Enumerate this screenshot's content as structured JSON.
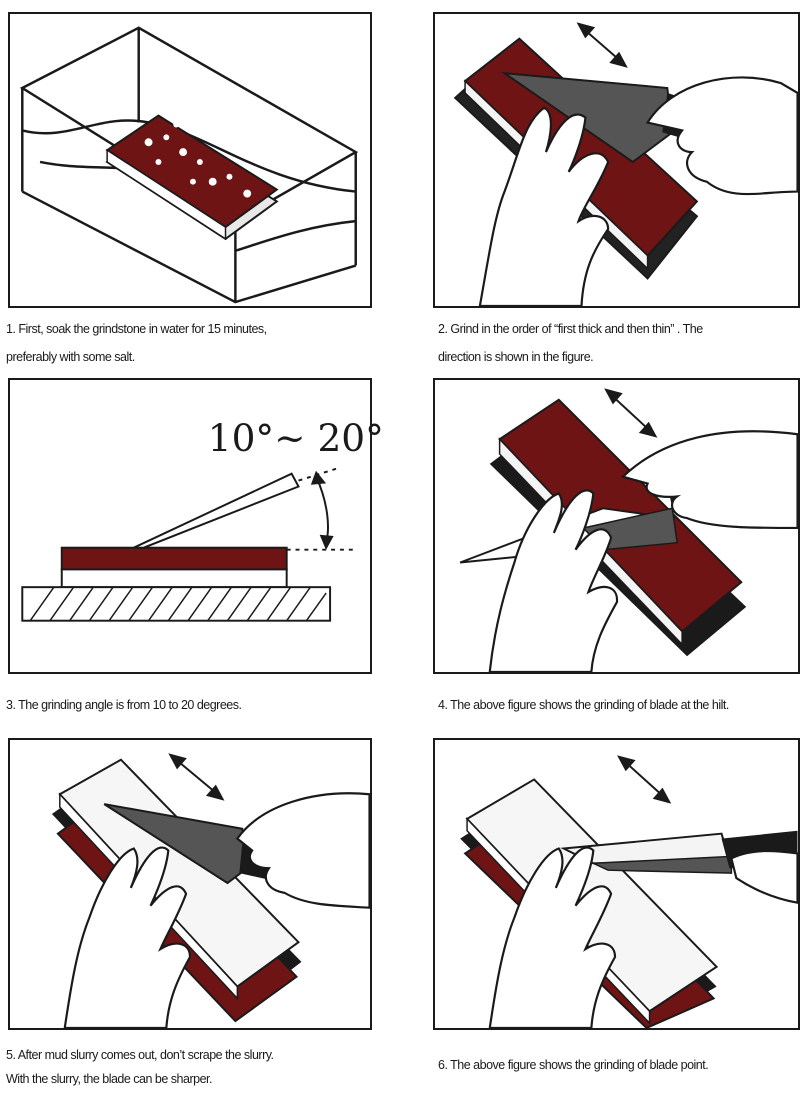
{
  "steps": [
    {
      "caption_line1": "1.  First, soak the grindstone in water for 15 minutes,",
      "caption_line2": "preferably with some salt."
    },
    {
      "caption_line1": "2.  Grind in the order of  “first thick and then thin” . The",
      "caption_line2": "direction is shown in the figure."
    },
    {
      "caption_line1": "3.  The grinding angle is from 10 to 20 degrees.",
      "caption_line2": "",
      "angle_label": "10°~ 20°"
    },
    {
      "caption_line1": "4.  The above figure shows the grinding of blade at the hilt.",
      "caption_line2": ""
    },
    {
      "caption_line1": "5.  After mud slurry comes out, don’t  scrape the slurry.",
      "caption_line2": "With the slurry, the blade can be sharper."
    },
    {
      "caption_line1": "6.  The above figure shows the grinding of blade point.",
      "caption_line2": ""
    }
  ],
  "colors": {
    "stone_red": "#6e1414",
    "stone_dark": "#3c0a0a",
    "line": "#1a1a1a",
    "blade": "#555555"
  },
  "icons": [
    "water-container-icon",
    "grindstone-icon",
    "hand-icon",
    "knife-icon",
    "double-arrow-icon",
    "angle-arc-icon"
  ]
}
